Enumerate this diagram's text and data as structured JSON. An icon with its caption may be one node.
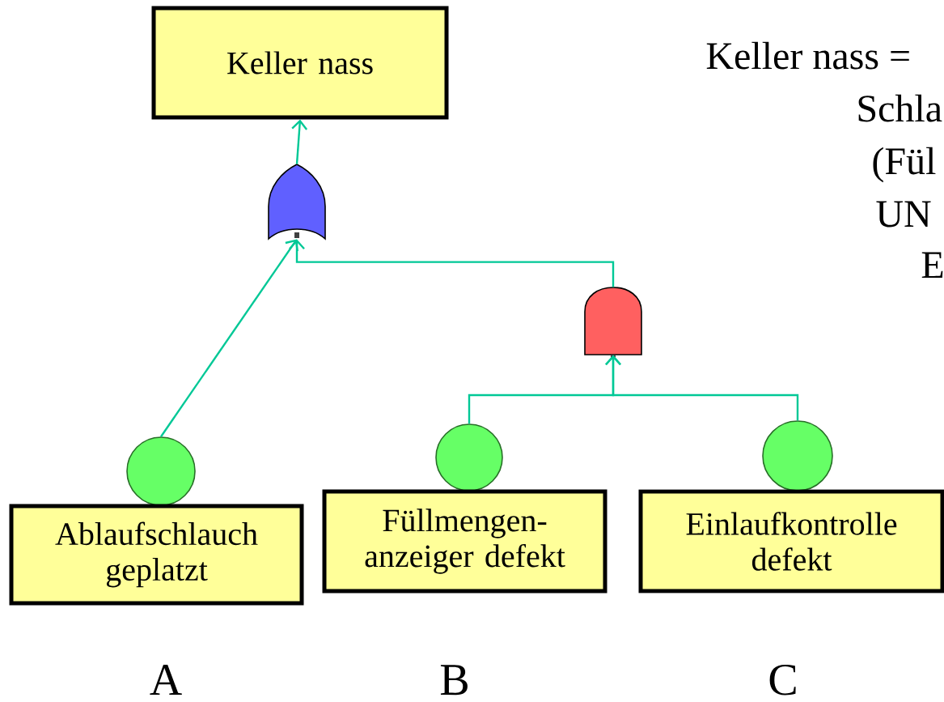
{
  "diagram": {
    "nodes": [
      {
        "text": [
          "Keller nass"
        ]
      },
      {
        "text": [],
        "shape": "gate"
      },
      {
        "text": [],
        "shape": "gate"
      },
      {
        "text": [],
        "shape": "circle"
      },
      {
        "text": [
          "Ablaufschlauch geplatzt"
        ]
      },
      {
        "text": [],
        "shape": "circle"
      },
      {
        "text": [
          "Füllmengen- anzeiger defekt"
        ]
      },
      {
        "text": [],
        "shape": "circle"
      },
      {
        "text": [
          "Einlaufkontrolle defekt"
        ]
      }
    ],
    "edges": [
      {
        "from": 1,
        "to": 0,
        "arrow": "to"
      },
      {
        "from": 3,
        "to": 1,
        "arrow": "to"
      },
      {
        "from": 2,
        "to": 1,
        "arrow": "to"
      },
      {
        "from": 5,
        "to": 2,
        "arrow": "to"
      },
      {
        "from": 7,
        "to": 2,
        "arrow": "to"
      }
    ],
    "labels": [
      "Keller nass =",
      "Schla",
      "(Fül",
      "UN",
      "E",
      "A",
      "B",
      "C"
    ]
  }
}
